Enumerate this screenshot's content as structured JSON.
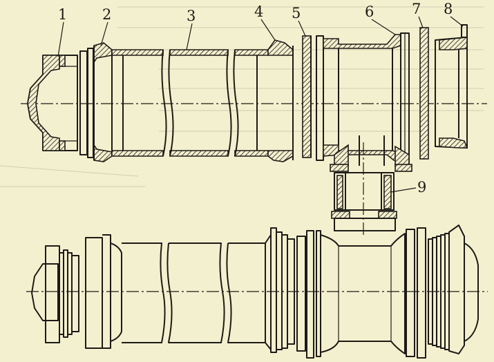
{
  "colors": {
    "background": "#f3f0cf",
    "ink": "#1c1a16",
    "hatch": "#1c1a16"
  },
  "callouts": [
    {
      "id": "c1",
      "text": "1"
    },
    {
      "id": "c2",
      "text": "2"
    },
    {
      "id": "c3",
      "text": "3"
    },
    {
      "id": "c4",
      "text": "4"
    },
    {
      "id": "c5",
      "text": "5"
    },
    {
      "id": "c6",
      "text": "6"
    },
    {
      "id": "c7",
      "text": "7"
    },
    {
      "id": "c8",
      "text": "8"
    },
    {
      "id": "c9",
      "text": "9"
    }
  ]
}
